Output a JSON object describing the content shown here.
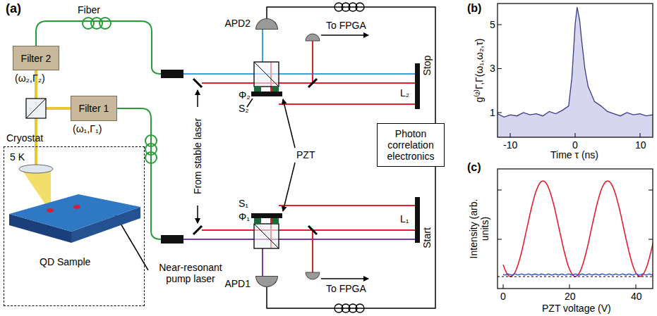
{
  "diagram": {
    "nodes": [
      {
        "text": [
          "Filter 2",
          "(ω₂,Γ₂)"
        ]
      },
      {
        "text": [
          "Filter 1",
          "(ω₁,Γ₁)"
        ]
      },
      {
        "text": [
          "Cryostat",
          "5 K"
        ]
      },
      {
        "text": [
          "QD Sample"
        ],
        "in": 2
      },
      {
        "text": [
          "APD2"
        ]
      },
      {
        "text": [
          "APD1"
        ]
      },
      {
        "text": [
          "Photon correlation electronics"
        ]
      }
    ],
    "edges": [
      {
        "from": 4,
        "to": 6,
        "arrow": "none",
        "label": "Stop"
      },
      {
        "from": 5,
        "to": 6,
        "arrow": "none",
        "label": "Start"
      }
    ],
    "labels": [
      "(a)",
      "Fiber",
      "Near-resonant pump laser",
      "To FPGA",
      "Φ₂",
      "S₂",
      "L₂",
      "PZT",
      "From stable laser",
      "To FPGA",
      "Φ₁",
      "S₁",
      "L₁",
      "(b)",
      "g⁽²⁾Γ,Γ(ω₁,ω₂,τ)",
      "5",
      "3",
      "1",
      "-10",
      "0",
      "10",
      "Time τ (ns)",
      "(c)",
      "Intensity (arb. units)",
      "0",
      "20",
      "40",
      "PZT voltage (V)"
    ]
  }
}
